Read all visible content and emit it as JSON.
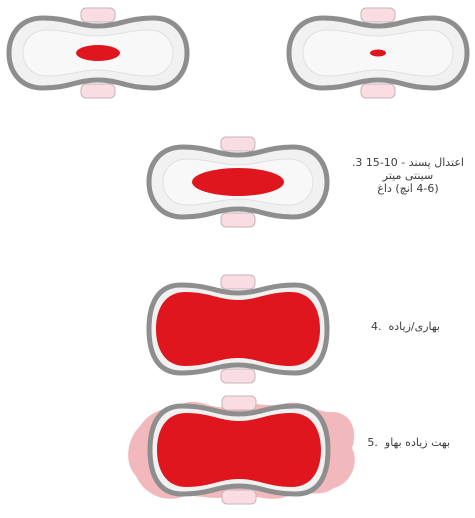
{
  "colors": {
    "pad_outline": "#8e8e8e",
    "pad_body": "#f1f1f1",
    "pad_inner": "#f8f8f8",
    "wing": "#f9dde3",
    "wing_outline": "#c9b4b9",
    "blood": "#e0161e",
    "blood_spill": "#eea1a6",
    "text": "#3d3d3d"
  },
  "levels": [
    {
      "number": "",
      "label": "",
      "flow": "spotting-small"
    },
    {
      "number": "",
      "label": "",
      "flow": "spotting-tiny"
    },
    {
      "number": "3.",
      "label_lines": [
        "اعتدال پسند - 10-15",
        "سینتی میتر",
        "(4-6 انچ) داغ"
      ],
      "flow": "moderate"
    },
    {
      "number": ".4",
      "label": "بهاری/زیاده",
      "flow": "heavy"
    },
    {
      "number": ".5",
      "label": "بهت زیاده بهاو",
      "flow": "very-heavy"
    }
  ]
}
